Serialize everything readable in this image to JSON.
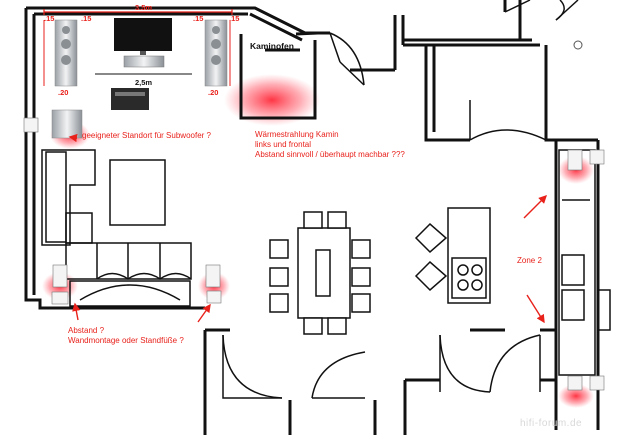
{
  "dimensions": {
    "room_width": "3.5m",
    "tv_distance": "2,5m",
    "spk_top_left_a": ".15",
    "spk_top_left_b": ".15",
    "spk_top_right_a": ".15",
    "spk_top_right_b": ".15",
    "spk_left_depth": ".20",
    "spk_right_depth": ".20"
  },
  "labels": {
    "fireplace": "Kaminofen",
    "subwoofer": "geeigneter Standort für Subwoofer ?",
    "heat_line1": "Wärmestrahlung Kamin",
    "heat_line2": "links und frontal",
    "heat_line3": "Abstand sinnvoll / überhaupt machbar ???",
    "distance_line1": "Abstand ?",
    "distance_line2": "Wandmontage oder Standfüße ?",
    "zone": "Zone 2",
    "watermark": "hifi-forum.de"
  },
  "colors": {
    "annotation": "#e8211b",
    "heat_glow": "#ff2a3a",
    "walls": "#111111"
  },
  "icons": [
    "speaker-icon",
    "subwoofer-icon",
    "tv-icon",
    "receiver-icon",
    "arrow-icon"
  ]
}
